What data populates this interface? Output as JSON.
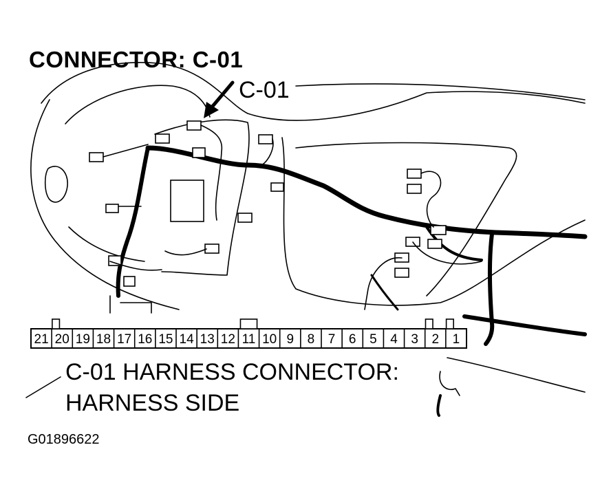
{
  "title": "CONNECTOR: C-01",
  "callout_label": "C-01",
  "caption_line1": "C-01 HARNESS CONNECTOR:",
  "caption_line2": "HARNESS SIDE",
  "figure_id": "G01896622",
  "connector_pins": [
    "21",
    "20",
    "19",
    "18",
    "17",
    "16",
    "15",
    "14",
    "13",
    "12",
    "11",
    "10",
    "9",
    "8",
    "7",
    "6",
    "5",
    "4",
    "3",
    "2",
    "1"
  ],
  "keyed_pins": [
    "20",
    "11",
    "2",
    "1"
  ]
}
